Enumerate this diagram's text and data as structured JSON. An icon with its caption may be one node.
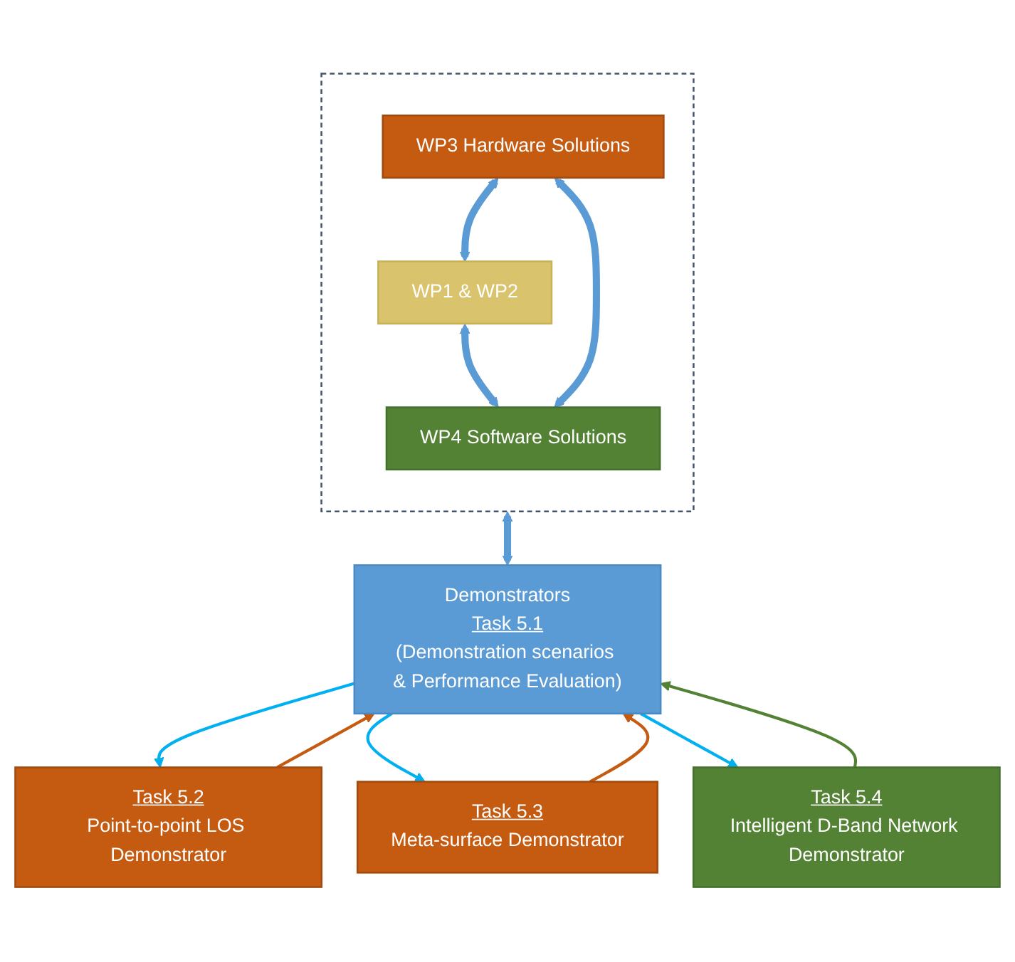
{
  "diagram": {
    "nodes": [
      {
        "text": [],
        "shape": "box"
      },
      {
        "text": [
          "WP1 & WP2"
        ],
        "in": 0
      },
      {
        "text": [
          "WP3 Hardware Solutions"
        ],
        "in": 0
      },
      {
        "text": [
          "WP4 Software Solutions"
        ],
        "in": 0
      },
      {
        "text": [
          "Demonstrators",
          "Task 5.1",
          "(Demonstration scenarios & Performance Evaluation)"
        ]
      },
      {
        "text": [
          "Task 5.2",
          "Point-to-point LOS Demonstrator"
        ]
      },
      {
        "text": [
          "Task 5.3",
          "Meta-surface Demonstrator"
        ]
      },
      {
        "text": [
          "Task 5.4",
          "Intelligent D-Band Network Demonstrator"
        ]
      }
    ],
    "edges": [
      {
        "from": 2,
        "to": 1,
        "arrow": "both",
        "style": "thick"
      },
      {
        "from": 1,
        "to": 3,
        "arrow": "both",
        "style": "thick"
      },
      {
        "from": 2,
        "to": 3,
        "arrow": "both",
        "style": "thick"
      },
      {
        "from": 0,
        "to": 4,
        "arrow": "both",
        "style": "thick"
      },
      {
        "from": 4,
        "to": 5,
        "arrow": "to",
        "color": "#00b0f0"
      },
      {
        "from": 4,
        "to": 6,
        "arrow": "to",
        "color": "#00b0f0"
      },
      {
        "from": 4,
        "to": 7,
        "arrow": "to",
        "color": "#00b0f0"
      },
      {
        "from": 5,
        "to": 4,
        "arrow": "to",
        "color": "#c55a11"
      },
      {
        "from": 6,
        "to": 4,
        "arrow": "to",
        "color": "#c55a11"
      },
      {
        "from": 7,
        "to": 4,
        "arrow": "to",
        "color": "#548235"
      }
    ]
  }
}
